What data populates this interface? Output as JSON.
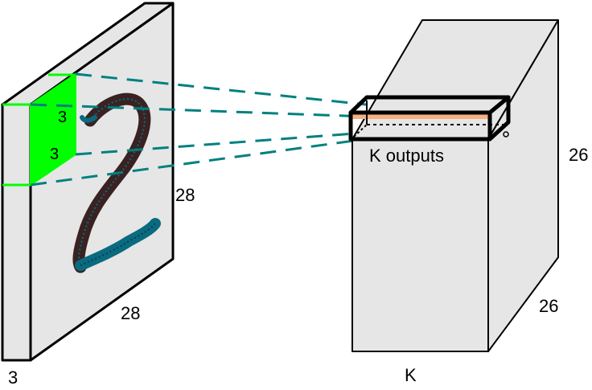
{
  "input_volume": {
    "height_label": "28",
    "width_label": "28",
    "depth_label": "3",
    "digit_glyph": "2"
  },
  "kernel": {
    "height_label": "3",
    "width_label": "3"
  },
  "output_volume": {
    "outputs_label": "K outputs",
    "height_label": "26",
    "width_label": "26",
    "depth_label": "K"
  },
  "colors": {
    "block_fill": "#e6e6e6",
    "kernel_fill": "#00ff00",
    "projection_line": "#008080",
    "digit_dark": "#3a2222",
    "digit_blue": "#0a6a80",
    "output_strip": "#f4b183"
  }
}
